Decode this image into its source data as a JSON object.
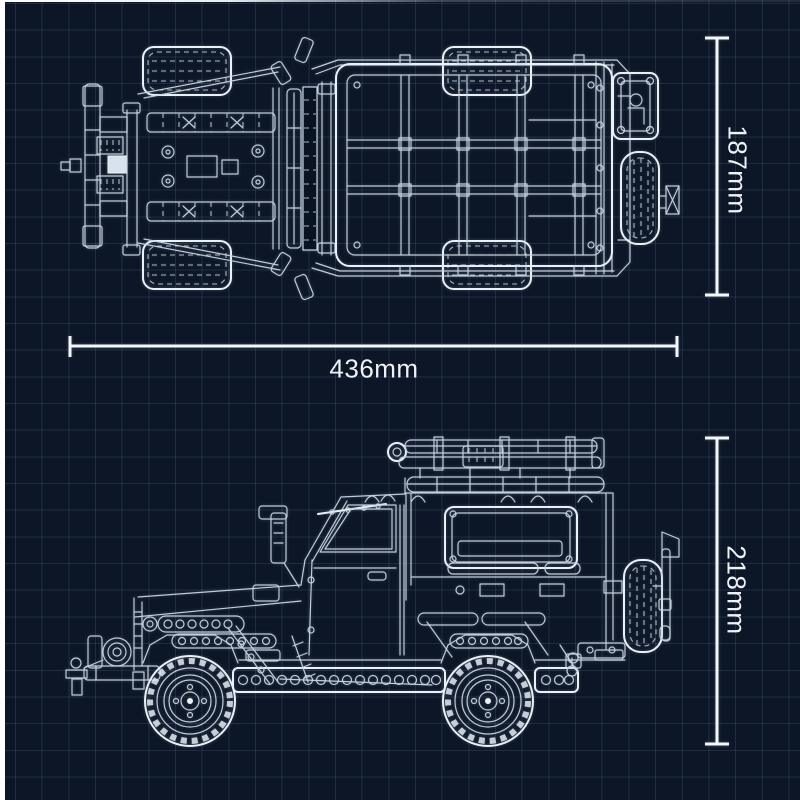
{
  "canvas": {
    "background_color": "#0d1626",
    "grid_color": "#33455f",
    "linework_color": "#dce5ee",
    "bright_linework_color": "#eef3f8",
    "dimension_color": "#f3f7fa",
    "edge_strip_color": "#ffffff"
  },
  "top_view": {
    "width_dimension_label": "436mm",
    "height_dimension_label": "187mm"
  },
  "side_view": {
    "height_dimension_label": "218mm"
  }
}
